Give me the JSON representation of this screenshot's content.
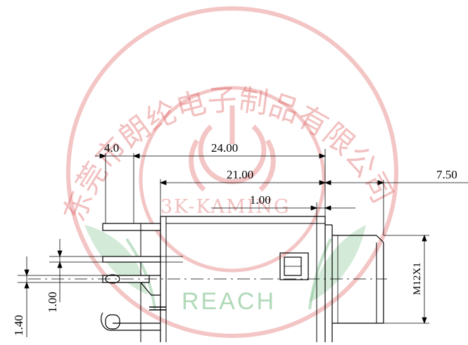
{
  "drawing": {
    "dimensions": {
      "d_4_0": "4.0",
      "d_24_00": "24.00",
      "d_21_00": "21.00",
      "d_1_00_top": "1.00",
      "d_7_50": "7.50",
      "d_m12x1": "M12X1",
      "d_1_00_left": "1.00",
      "d_1_40": "1.40"
    }
  },
  "watermark": {
    "company_arc": "东莞市朗纶电子制品有限公司",
    "brand_latin": "3K-KAMING",
    "reach_label": "REACH"
  },
  "colors": {
    "line": "#000000",
    "watermark_red": "#dc5a5a",
    "watermark_green": "#50aa64"
  }
}
